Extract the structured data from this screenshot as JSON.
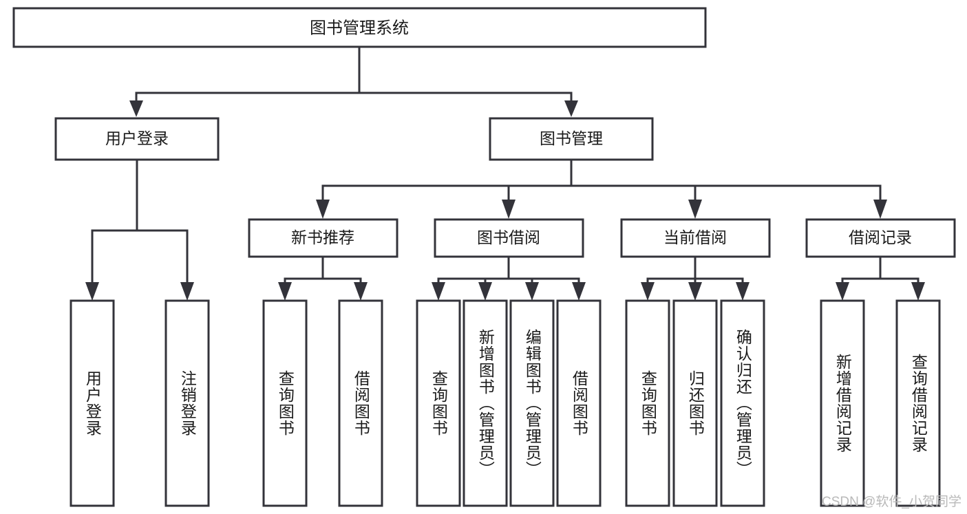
{
  "diagram": {
    "type": "tree-hierarchy",
    "title": "图书管理系统",
    "watermark": "CSDN @软件_小贺同学",
    "colors": {
      "stroke": "#33333a",
      "fill": "#ffffff",
      "text": "#1a1a1a",
      "watermark": "#b9b9b9"
    },
    "root": {
      "label": "图书管理系统"
    },
    "level2": [
      {
        "label": "用户登录"
      },
      {
        "label": "图书管理"
      }
    ],
    "level3": [
      {
        "label": "新书推荐"
      },
      {
        "label": "图书借阅"
      },
      {
        "label": "当前借阅"
      },
      {
        "label": "借阅记录"
      }
    ],
    "leaves": {
      "user_login": [
        {
          "label": "用户登录"
        },
        {
          "label": "注销登录"
        }
      ],
      "new_book": [
        {
          "label": "查询图书"
        },
        {
          "label": "借阅图书"
        }
      ],
      "book_borrow": [
        {
          "label": "查询图书"
        },
        {
          "label": "新增图书（管理员）"
        },
        {
          "label": "编辑图书（管理员）"
        },
        {
          "label": "借阅图书"
        }
      ],
      "current_borrow": [
        {
          "label": "查询图书"
        },
        {
          "label": "归还图书"
        },
        {
          "label": "确认归还（管理员）"
        }
      ],
      "borrow_record": [
        {
          "label": "新增借阅记录"
        },
        {
          "label": "查询借阅记录"
        }
      ]
    }
  }
}
